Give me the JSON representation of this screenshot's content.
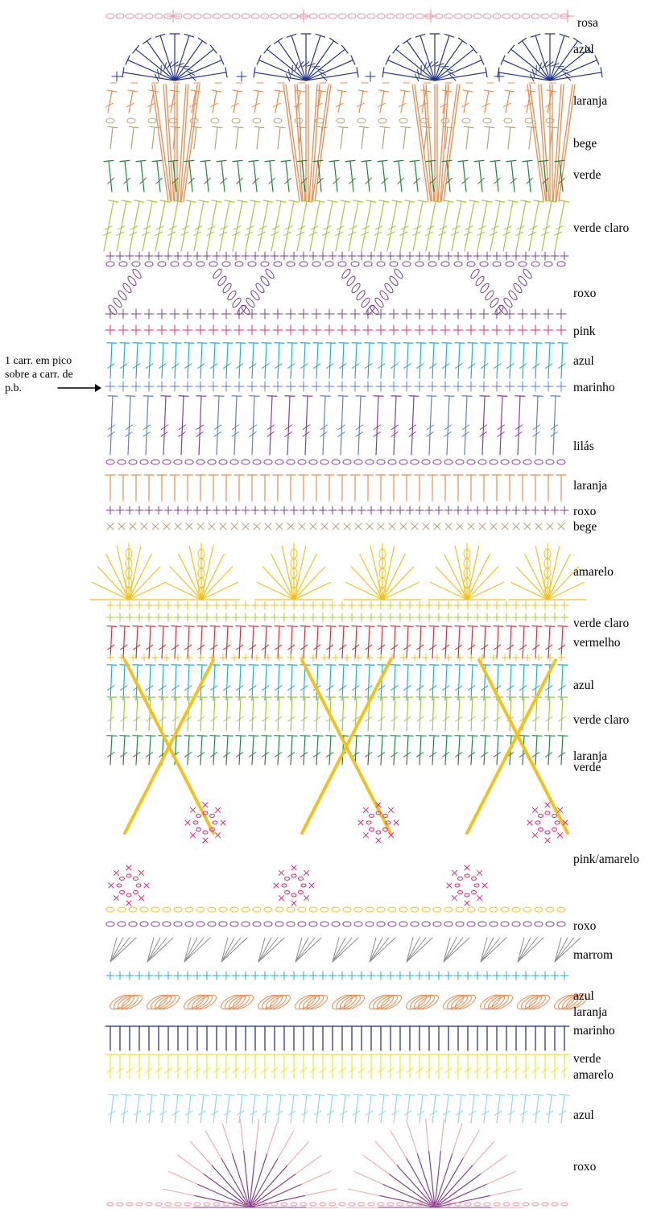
{
  "note": {
    "lines": [
      "1 carr. em pico",
      "sobre a carr. de",
      "p.b."
    ]
  },
  "colors": {
    "rosa": "#ee8fa0",
    "azul_escuro": "#22338f",
    "laranja": "#f08a4b",
    "bege": "#b8a27a",
    "verde": "#1a8a3a",
    "verde_claro": "#a6c93a",
    "roxo": "#7b3f99",
    "pink": "#e8287a",
    "azul": "#1aaee0",
    "marinho": "#5b82c8",
    "lilas": "#8a3c9c",
    "amarelo": "#f2c21a",
    "vermelho": "#e02a2a",
    "marrom": "#8c8c8c",
    "marinho_escuro": "#1c2a7a",
    "amarelo_claro": "#e8e82a",
    "azul_claro": "#8ed8f0",
    "rosa_claro": "#f0a8a8"
  },
  "labels": [
    {
      "text": "rosa"
    },
    {
      "text": "azul"
    },
    {
      "text": "laranja"
    },
    {
      "text": "bege"
    },
    {
      "text": "verde"
    },
    {
      "text": "verde claro"
    },
    {
      "text": "roxo"
    },
    {
      "text": "pink"
    },
    {
      "text": "azul"
    },
    {
      "text": "marinho"
    },
    {
      "text": "lilás"
    },
    {
      "text": "laranja"
    },
    {
      "text": "roxo"
    },
    {
      "text": "bege"
    },
    {
      "text": "amarelo"
    },
    {
      "text": "verde claro"
    },
    {
      "text": "vermelho"
    },
    {
      "text": "azul"
    },
    {
      "text": "verde claro"
    },
    {
      "text": "laranja"
    },
    {
      "text": "verde"
    },
    {
      "text": "pink/amarelo"
    },
    {
      "text": "roxo"
    },
    {
      "text": "marrom"
    },
    {
      "text": "azul"
    },
    {
      "text": "laranja"
    },
    {
      "text": "marinho"
    },
    {
      "text": "verde"
    },
    {
      "text": "amarelo"
    },
    {
      "text": "azul"
    },
    {
      "text": "roxo"
    }
  ]
}
